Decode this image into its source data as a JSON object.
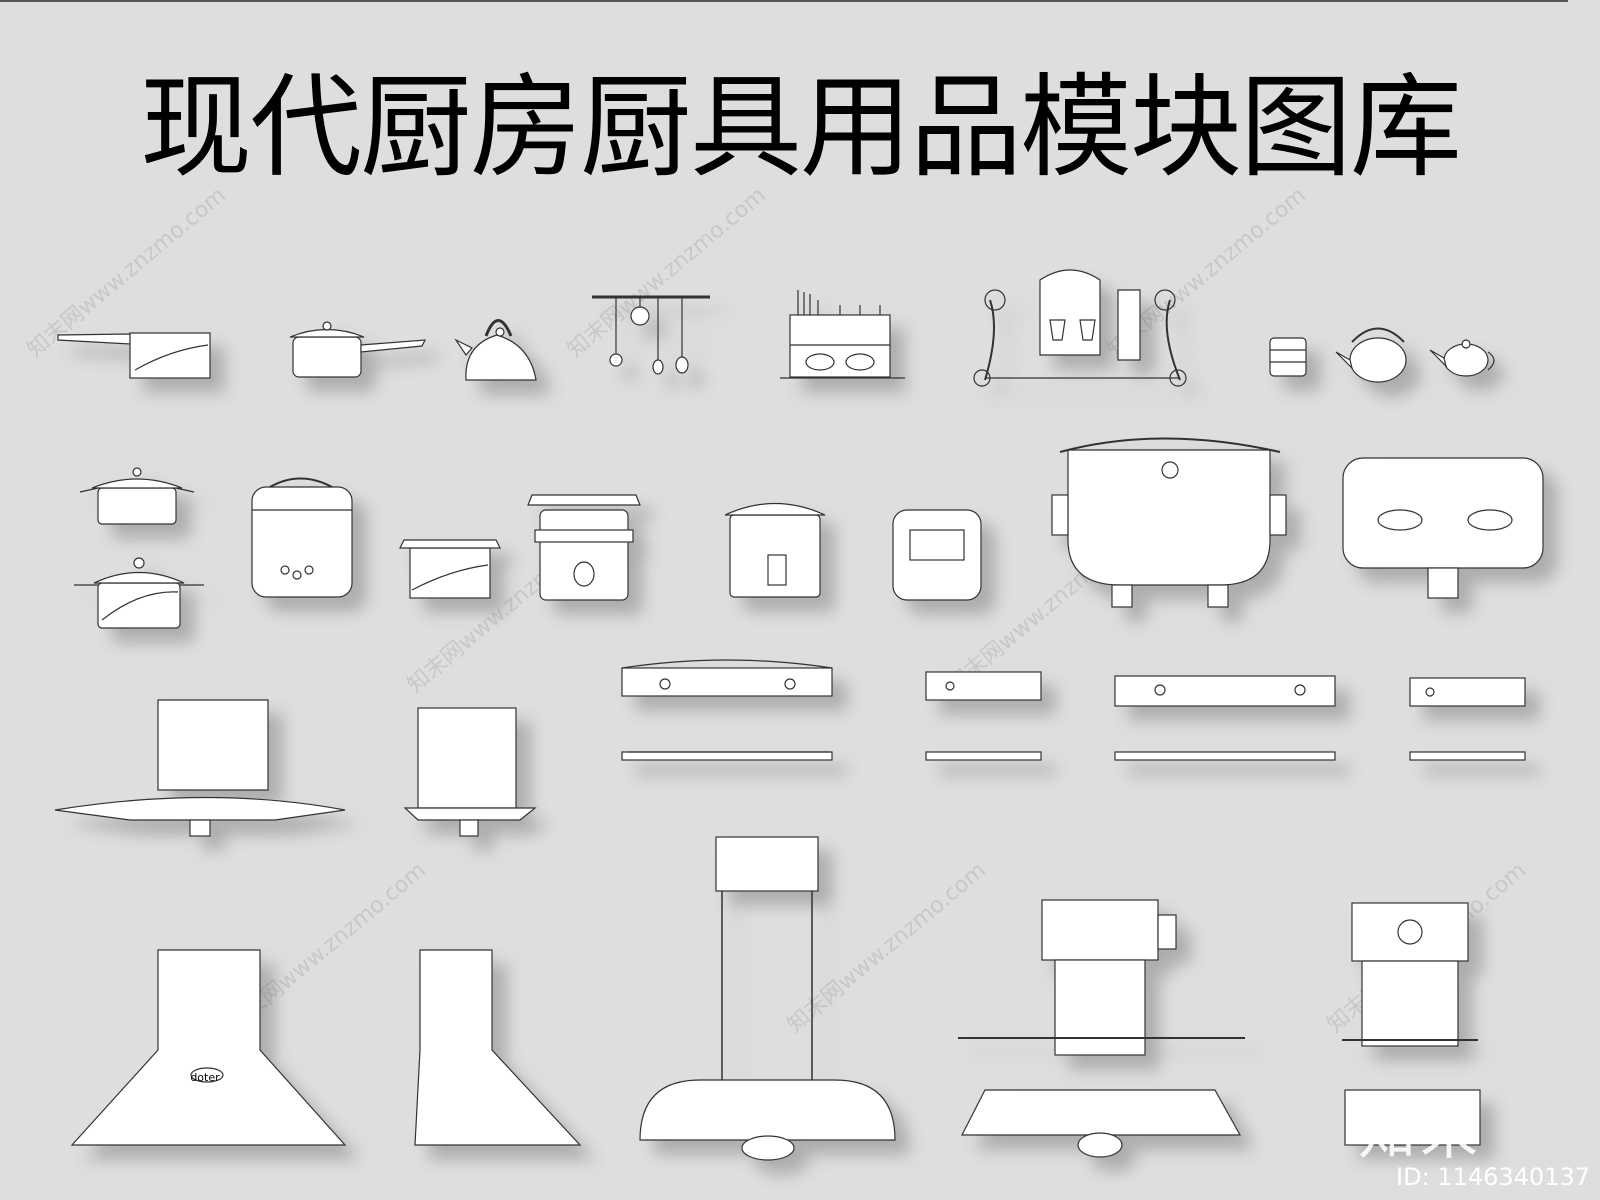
{
  "page": {
    "title": "现代厨房厨具用品模块图库"
  },
  "watermark": {
    "text": "知末网www.znzmo.com",
    "logo": "知末",
    "id_label": "ID: 1146340137"
  },
  "icons": [
    "saucepan-icon",
    "milk-pan-icon",
    "kettle-icon",
    "utensil-rack-icon",
    "dish-rack-icon",
    "cup-rack-icon",
    "cups-icon",
    "teapot-icon",
    "small-teapot-icon",
    "stock-pot-icon",
    "rice-cooker-icon",
    "steamer-icon",
    "electric-cooker-icon",
    "smart-cooker-icon",
    "large-cooker-icon",
    "water-heater-icon",
    "gas-stove-icon",
    "range-hood-icon",
    "island-hood-icon"
  ],
  "labels": {
    "brand_hood": "doter"
  }
}
